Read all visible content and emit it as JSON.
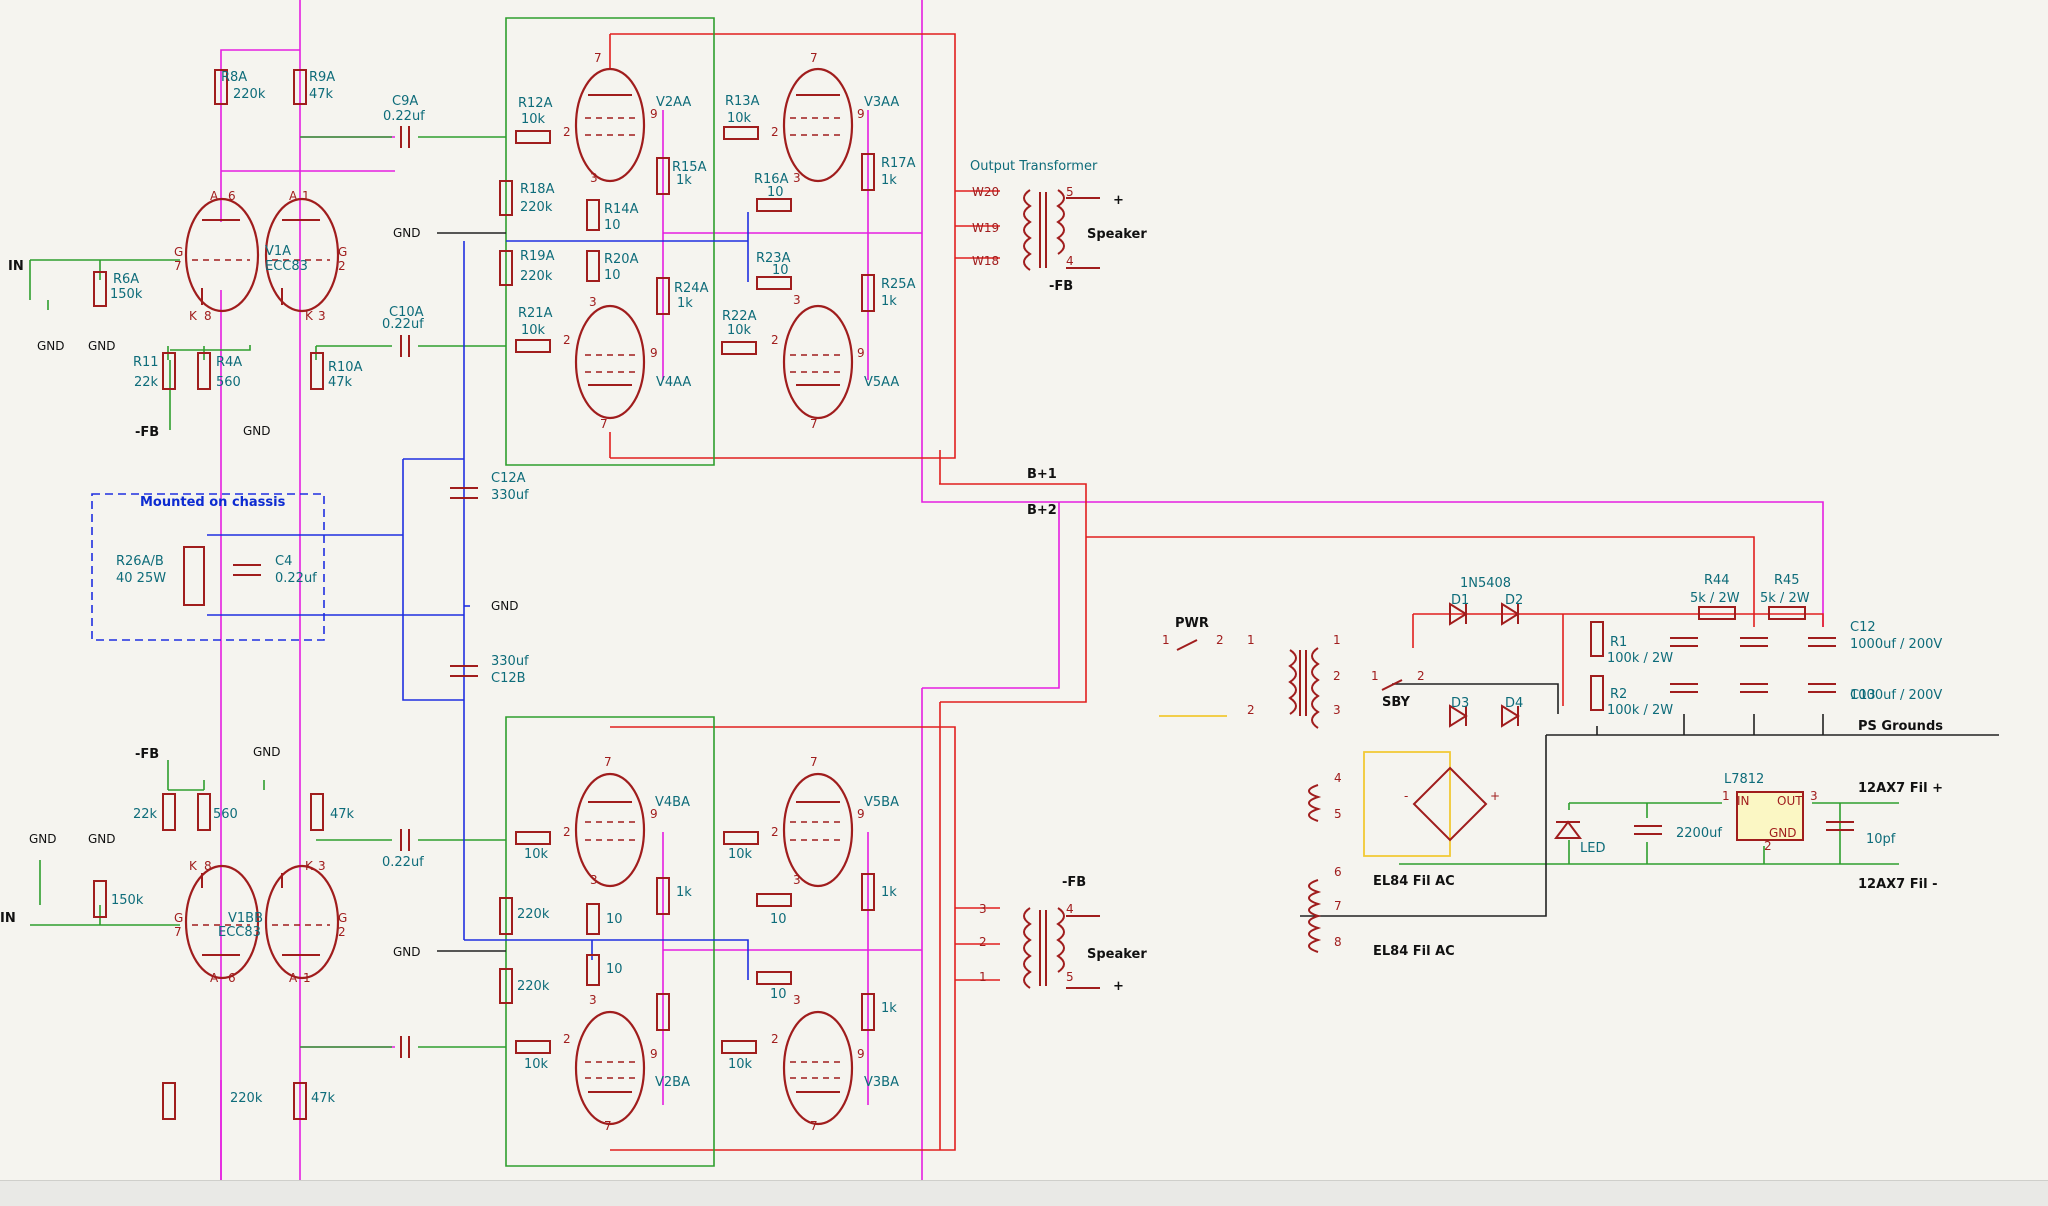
{
  "schematic": {
    "labels": [
      [
        "R8A",
        221,
        81
      ],
      [
        "220k",
        233,
        98
      ],
      [
        "R9A",
        309,
        81
      ],
      [
        "47k",
        309,
        98
      ],
      [
        "C9A",
        392,
        105
      ],
      [
        "0.22uf",
        383,
        120
      ],
      [
        "R6A",
        113,
        283
      ],
      [
        "150k",
        110,
        298
      ],
      [
        "V1A",
        265,
        255
      ],
      [
        "ECC83",
        265,
        270
      ],
      [
        "R11",
        133,
        366
      ],
      [
        "22k",
        134,
        386
      ],
      [
        "R4A",
        216,
        366
      ],
      [
        "560",
        216,
        386
      ],
      [
        "R10A",
        328,
        371
      ],
      [
        "47k",
        328,
        386
      ],
      [
        "C10A",
        389,
        316
      ],
      [
        "0.22uf",
        382,
        328
      ],
      [
        "R12A",
        518,
        107
      ],
      [
        "10k",
        521,
        123
      ],
      [
        "R18A",
        520,
        193
      ],
      [
        "220k",
        520,
        211
      ],
      [
        "R14A",
        604,
        213
      ],
      [
        "10",
        604,
        229
      ],
      [
        "R19A",
        520,
        260
      ],
      [
        "220k",
        520,
        280
      ],
      [
        "R20A",
        604,
        263
      ],
      [
        "10",
        604,
        279
      ],
      [
        "R21A",
        518,
        317
      ],
      [
        "10k",
        521,
        334
      ],
      [
        "V2AA",
        656,
        106
      ],
      [
        "R15A",
        672,
        171
      ],
      [
        "1k",
        676,
        184
      ],
      [
        "R24A",
        674,
        292
      ],
      [
        "1k",
        677,
        307
      ],
      [
        "V4AA",
        656,
        386
      ],
      [
        "R13A",
        725,
        105
      ],
      [
        "10k",
        727,
        122
      ],
      [
        "R16A",
        754,
        183
      ],
      [
        "10",
        767,
        196
      ],
      [
        "R23A",
        756,
        262
      ],
      [
        "10",
        772,
        274
      ],
      [
        "R22A",
        722,
        320
      ],
      [
        "10k",
        727,
        334
      ],
      [
        "V3AA",
        864,
        106
      ],
      [
        "R17A",
        881,
        167
      ],
      [
        "1k",
        881,
        184
      ],
      [
        "R25A",
        881,
        288
      ],
      [
        "1k",
        881,
        305
      ],
      [
        "V5AA",
        864,
        386
      ],
      [
        "Output Transformer",
        970,
        170
      ],
      [
        "C12A",
        491,
        482
      ],
      [
        "330uf",
        491,
        499
      ],
      [
        "R26A/B",
        116,
        565
      ],
      [
        "40 25W",
        116,
        582
      ],
      [
        "C4",
        275,
        565
      ],
      [
        "0.22uf",
        275,
        582
      ],
      [
        "330uf",
        491,
        665
      ],
      [
        "C12B",
        491,
        682
      ],
      [
        "22k",
        133,
        818
      ],
      [
        "560",
        213,
        818
      ],
      [
        "47k",
        330,
        818
      ],
      [
        "0.22uf",
        382,
        866
      ],
      [
        "150k",
        111,
        904
      ],
      [
        "V1BB",
        228,
        922
      ],
      [
        "ECC83",
        218,
        936
      ],
      [
        "220k",
        230,
        1102
      ],
      [
        "47k",
        311,
        1102
      ],
      [
        "10k",
        524,
        858
      ],
      [
        "220k",
        517,
        918
      ],
      [
        "10",
        606,
        923
      ],
      [
        "10",
        606,
        973
      ],
      [
        "220k",
        517,
        990
      ],
      [
        "10k",
        524,
        1068
      ],
      [
        "V4BA",
        655,
        806
      ],
      [
        "1k",
        676,
        896
      ],
      [
        "V2BA",
        655,
        1086
      ],
      [
        "10k",
        728,
        858
      ],
      [
        "10",
        770,
        923
      ],
      [
        "10",
        770,
        998
      ],
      [
        "10k",
        728,
        1068
      ],
      [
        "V5BA",
        864,
        806
      ],
      [
        "1k",
        881,
        896
      ],
      [
        "1k",
        881,
        1012
      ],
      [
        "V3BA",
        864,
        1086
      ],
      [
        "1N5408",
        1460,
        587
      ],
      [
        "D1",
        1451,
        604
      ],
      [
        "D2",
        1505,
        604
      ],
      [
        "D3",
        1451,
        707
      ],
      [
        "D4",
        1505,
        707
      ],
      [
        "R44",
        1704,
        584
      ],
      [
        "5k / 2W",
        1690,
        602
      ],
      [
        "R45",
        1774,
        584
      ],
      [
        "5k / 2W",
        1760,
        602
      ],
      [
        "C12",
        1850,
        631
      ],
      [
        "1000uf / 200V",
        1850,
        648
      ],
      [
        "C13",
        1850,
        699
      ],
      [
        "1000uf / 200V",
        1850,
        699
      ],
      [
        "R1",
        1610,
        646
      ],
      [
        "100k / 2W",
        1607,
        662
      ],
      [
        "R2",
        1610,
        698
      ],
      [
        "100k / 2W",
        1607,
        714
      ],
      [
        "L7812",
        1724,
        783
      ],
      [
        "2200uf",
        1676,
        837
      ],
      [
        "10pf",
        1866,
        843
      ],
      [
        "LED",
        1580,
        852
      ]
    ],
    "net_labels": [
      [
        "IN",
        8,
        270
      ],
      [
        "-FB",
        135,
        436
      ],
      [
        "-FB",
        135,
        758
      ],
      [
        "IN",
        0,
        922
      ],
      [
        "B+1",
        1027,
        478
      ],
      [
        "B+2",
        1027,
        514
      ],
      [
        "+",
        1113,
        204
      ],
      [
        "Speaker",
        1087,
        238
      ],
      [
        "-FB",
        1049,
        290
      ],
      [
        "-FB",
        1062,
        886
      ],
      [
        "Speaker",
        1087,
        958
      ],
      [
        "+",
        1113,
        990
      ],
      [
        "PWR",
        1175,
        627
      ],
      [
        "SBY",
        1382,
        706
      ],
      [
        "PS Grounds",
        1858,
        730
      ],
      [
        "12AX7 Fil +",
        1858,
        792
      ],
      [
        "12AX7 Fil -",
        1858,
        888
      ],
      [
        "EL84 Fil AC",
        1373,
        885
      ],
      [
        "EL84 Fil AC",
        1373,
        955
      ]
    ],
    "power_labels": [
      [
        "GND",
        37,
        350
      ],
      [
        "GND",
        88,
        350
      ],
      [
        "GND",
        243,
        435
      ],
      [
        "GND",
        393,
        237
      ],
      [
        "GND",
        491,
        610
      ],
      [
        "GND",
        253,
        756
      ],
      [
        "GND",
        29,
        843
      ],
      [
        "GND",
        88,
        843
      ],
      [
        "GND",
        393,
        956
      ]
    ],
    "chassis_label": "Mounted on chassis",
    "pin_labels": [
      [
        "G",
        174,
        256
      ],
      [
        "7",
        174,
        270
      ],
      [
        "K",
        189,
        320
      ],
      [
        "8",
        204,
        320
      ],
      [
        "A",
        210,
        200
      ],
      [
        "6",
        228,
        200
      ],
      [
        "A",
        289,
        200
      ],
      [
        "1",
        302,
        200
      ],
      [
        "G",
        338,
        256
      ],
      [
        "2",
        338,
        270
      ],
      [
        "K",
        305,
        320
      ],
      [
        "3",
        318,
        320
      ],
      [
        "2",
        563,
        136
      ],
      [
        "3",
        590,
        182
      ],
      [
        "7",
        594,
        62
      ],
      [
        "9",
        650,
        118
      ],
      [
        "2",
        563,
        344
      ],
      [
        "3",
        589,
        306
      ],
      [
        "7",
        600,
        428
      ],
      [
        "9",
        650,
        357
      ],
      [
        "2",
        771,
        136
      ],
      [
        "3",
        793,
        182
      ],
      [
        "7",
        810,
        62
      ],
      [
        "9",
        857,
        118
      ],
      [
        "2",
        771,
        344
      ],
      [
        "3",
        793,
        304
      ],
      [
        "7",
        810,
        428
      ],
      [
        "9",
        857,
        357
      ],
      [
        "W20",
        972,
        196
      ],
      [
        "W19",
        972,
        232
      ],
      [
        "W18",
        972,
        265
      ],
      [
        "5",
        1066,
        196
      ],
      [
        "4",
        1066,
        265
      ],
      [
        "G",
        174,
        922
      ],
      [
        "7",
        174,
        936
      ],
      [
        "K",
        189,
        870
      ],
      [
        "8",
        204,
        870
      ],
      [
        "A",
        210,
        982
      ],
      [
        "6",
        228,
        982
      ],
      [
        "A",
        289,
        982
      ],
      [
        "1",
        303,
        982
      ],
      [
        "G",
        338,
        922
      ],
      [
        "2",
        338,
        936
      ],
      [
        "K",
        305,
        870
      ],
      [
        "3",
        318,
        870
      ],
      [
        "2",
        563,
        836
      ],
      [
        "3",
        590,
        884
      ],
      [
        "7",
        604,
        766
      ],
      [
        "9",
        650,
        818
      ],
      [
        "2",
        563,
        1043
      ],
      [
        "3",
        589,
        1004
      ],
      [
        "7",
        604,
        1130
      ],
      [
        "9",
        650,
        1058
      ],
      [
        "2",
        771,
        836
      ],
      [
        "3",
        793,
        884
      ],
      [
        "7",
        810,
        766
      ],
      [
        "9",
        857,
        818
      ],
      [
        "2",
        771,
        1043
      ],
      [
        "3",
        793,
        1004
      ],
      [
        "7",
        810,
        1130
      ],
      [
        "9",
        857,
        1058
      ],
      [
        "3",
        979,
        913
      ],
      [
        "2",
        979,
        946
      ],
      [
        "1",
        979,
        981
      ],
      [
        "4",
        1066,
        913
      ],
      [
        "5",
        1066,
        981
      ],
      [
        "1",
        1162,
        644
      ],
      [
        "2",
        1216,
        644
      ],
      [
        "1",
        1247,
        644
      ],
      [
        "2",
        1247,
        714
      ],
      [
        "1",
        1333,
        644
      ],
      [
        "2",
        1333,
        680
      ],
      [
        "3",
        1333,
        714
      ],
      [
        "1",
        1371,
        680
      ],
      [
        "2",
        1417,
        680
      ],
      [
        "4",
        1334,
        782
      ],
      [
        "5",
        1334,
        818
      ],
      [
        "6",
        1334,
        876
      ],
      [
        "7",
        1334,
        910
      ],
      [
        "8",
        1334,
        946
      ],
      [
        "-",
        1404,
        800
      ],
      [
        "+",
        1490,
        800
      ],
      [
        "IN",
        1737,
        805
      ],
      [
        "OUT",
        1777,
        805
      ],
      [
        "GND",
        1769,
        837
      ],
      [
        "1",
        1722,
        800
      ],
      [
        "3",
        1810,
        800
      ],
      [
        "2",
        1764,
        850
      ]
    ]
  }
}
